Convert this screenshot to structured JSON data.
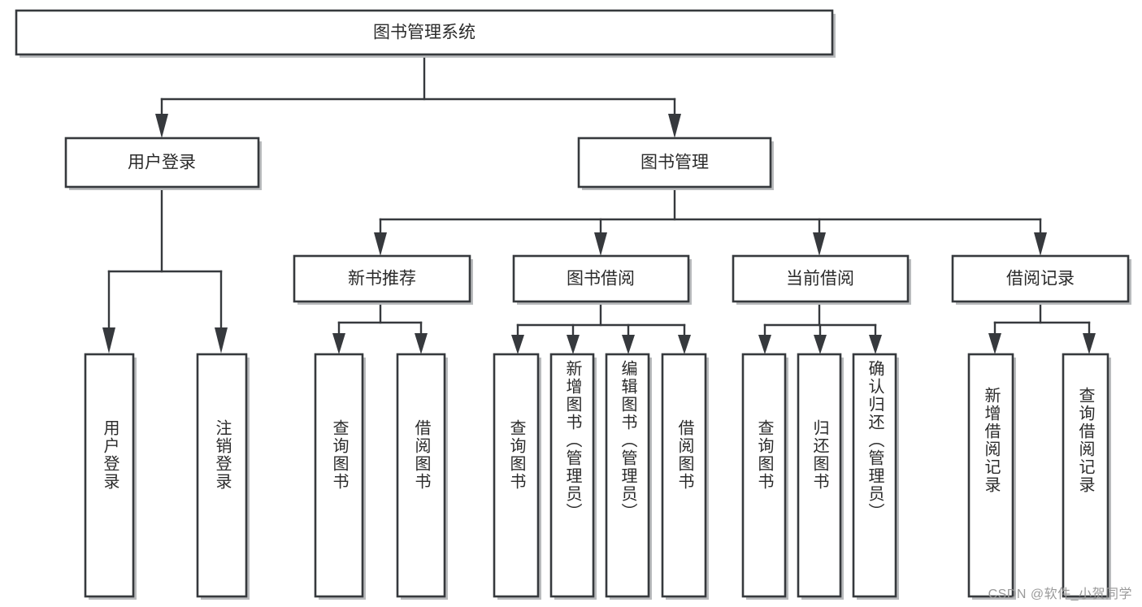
{
  "diagram": {
    "title": "图书管理系统",
    "type": "tree",
    "orientation": "top-down",
    "colors": {
      "box_stroke": "#36393d",
      "box_fill": "#ffffff",
      "connector": "#36393d",
      "text": "#2b2b2b",
      "shadow": "#b9bbbd",
      "background": "#ffffff",
      "watermark": "#9a9a9a"
    },
    "root": {
      "label": "图书管理系统",
      "orientation": "horizontal"
    },
    "level2": [
      {
        "label": "用户登录",
        "orientation": "horizontal"
      },
      {
        "label": "图书管理",
        "orientation": "horizontal"
      }
    ],
    "level3": [
      {
        "label": "新书推荐",
        "orientation": "horizontal"
      },
      {
        "label": "图书借阅",
        "orientation": "horizontal"
      },
      {
        "label": "当前借阅",
        "orientation": "horizontal"
      },
      {
        "label": "借阅记录",
        "orientation": "horizontal"
      }
    ],
    "leaves_user_login": [
      {
        "label": "用户登录",
        "orientation": "vertical"
      },
      {
        "label": "注销登录",
        "orientation": "vertical"
      }
    ],
    "leaves_new_book": [
      {
        "label": "查询图书",
        "orientation": "vertical"
      },
      {
        "label": "借阅图书",
        "orientation": "vertical"
      }
    ],
    "leaves_borrow": [
      {
        "label": "查询图书",
        "orientation": "vertical"
      },
      {
        "label": "新增图书（管理员）",
        "orientation": "vertical"
      },
      {
        "label": "编辑图书（管理员）",
        "orientation": "vertical"
      },
      {
        "label": "借阅图书",
        "orientation": "vertical"
      }
    ],
    "leaves_current": [
      {
        "label": "查询图书",
        "orientation": "vertical"
      },
      {
        "label": "归还图书",
        "orientation": "vertical"
      },
      {
        "label": "确认归还（管理员）",
        "orientation": "vertical"
      }
    ],
    "leaves_records": [
      {
        "label": "新增借阅记录",
        "orientation": "vertical"
      },
      {
        "label": "查询借阅记录",
        "orientation": "vertical"
      }
    ]
  },
  "watermark": {
    "text": "CSDN @软件_小贺同学"
  }
}
